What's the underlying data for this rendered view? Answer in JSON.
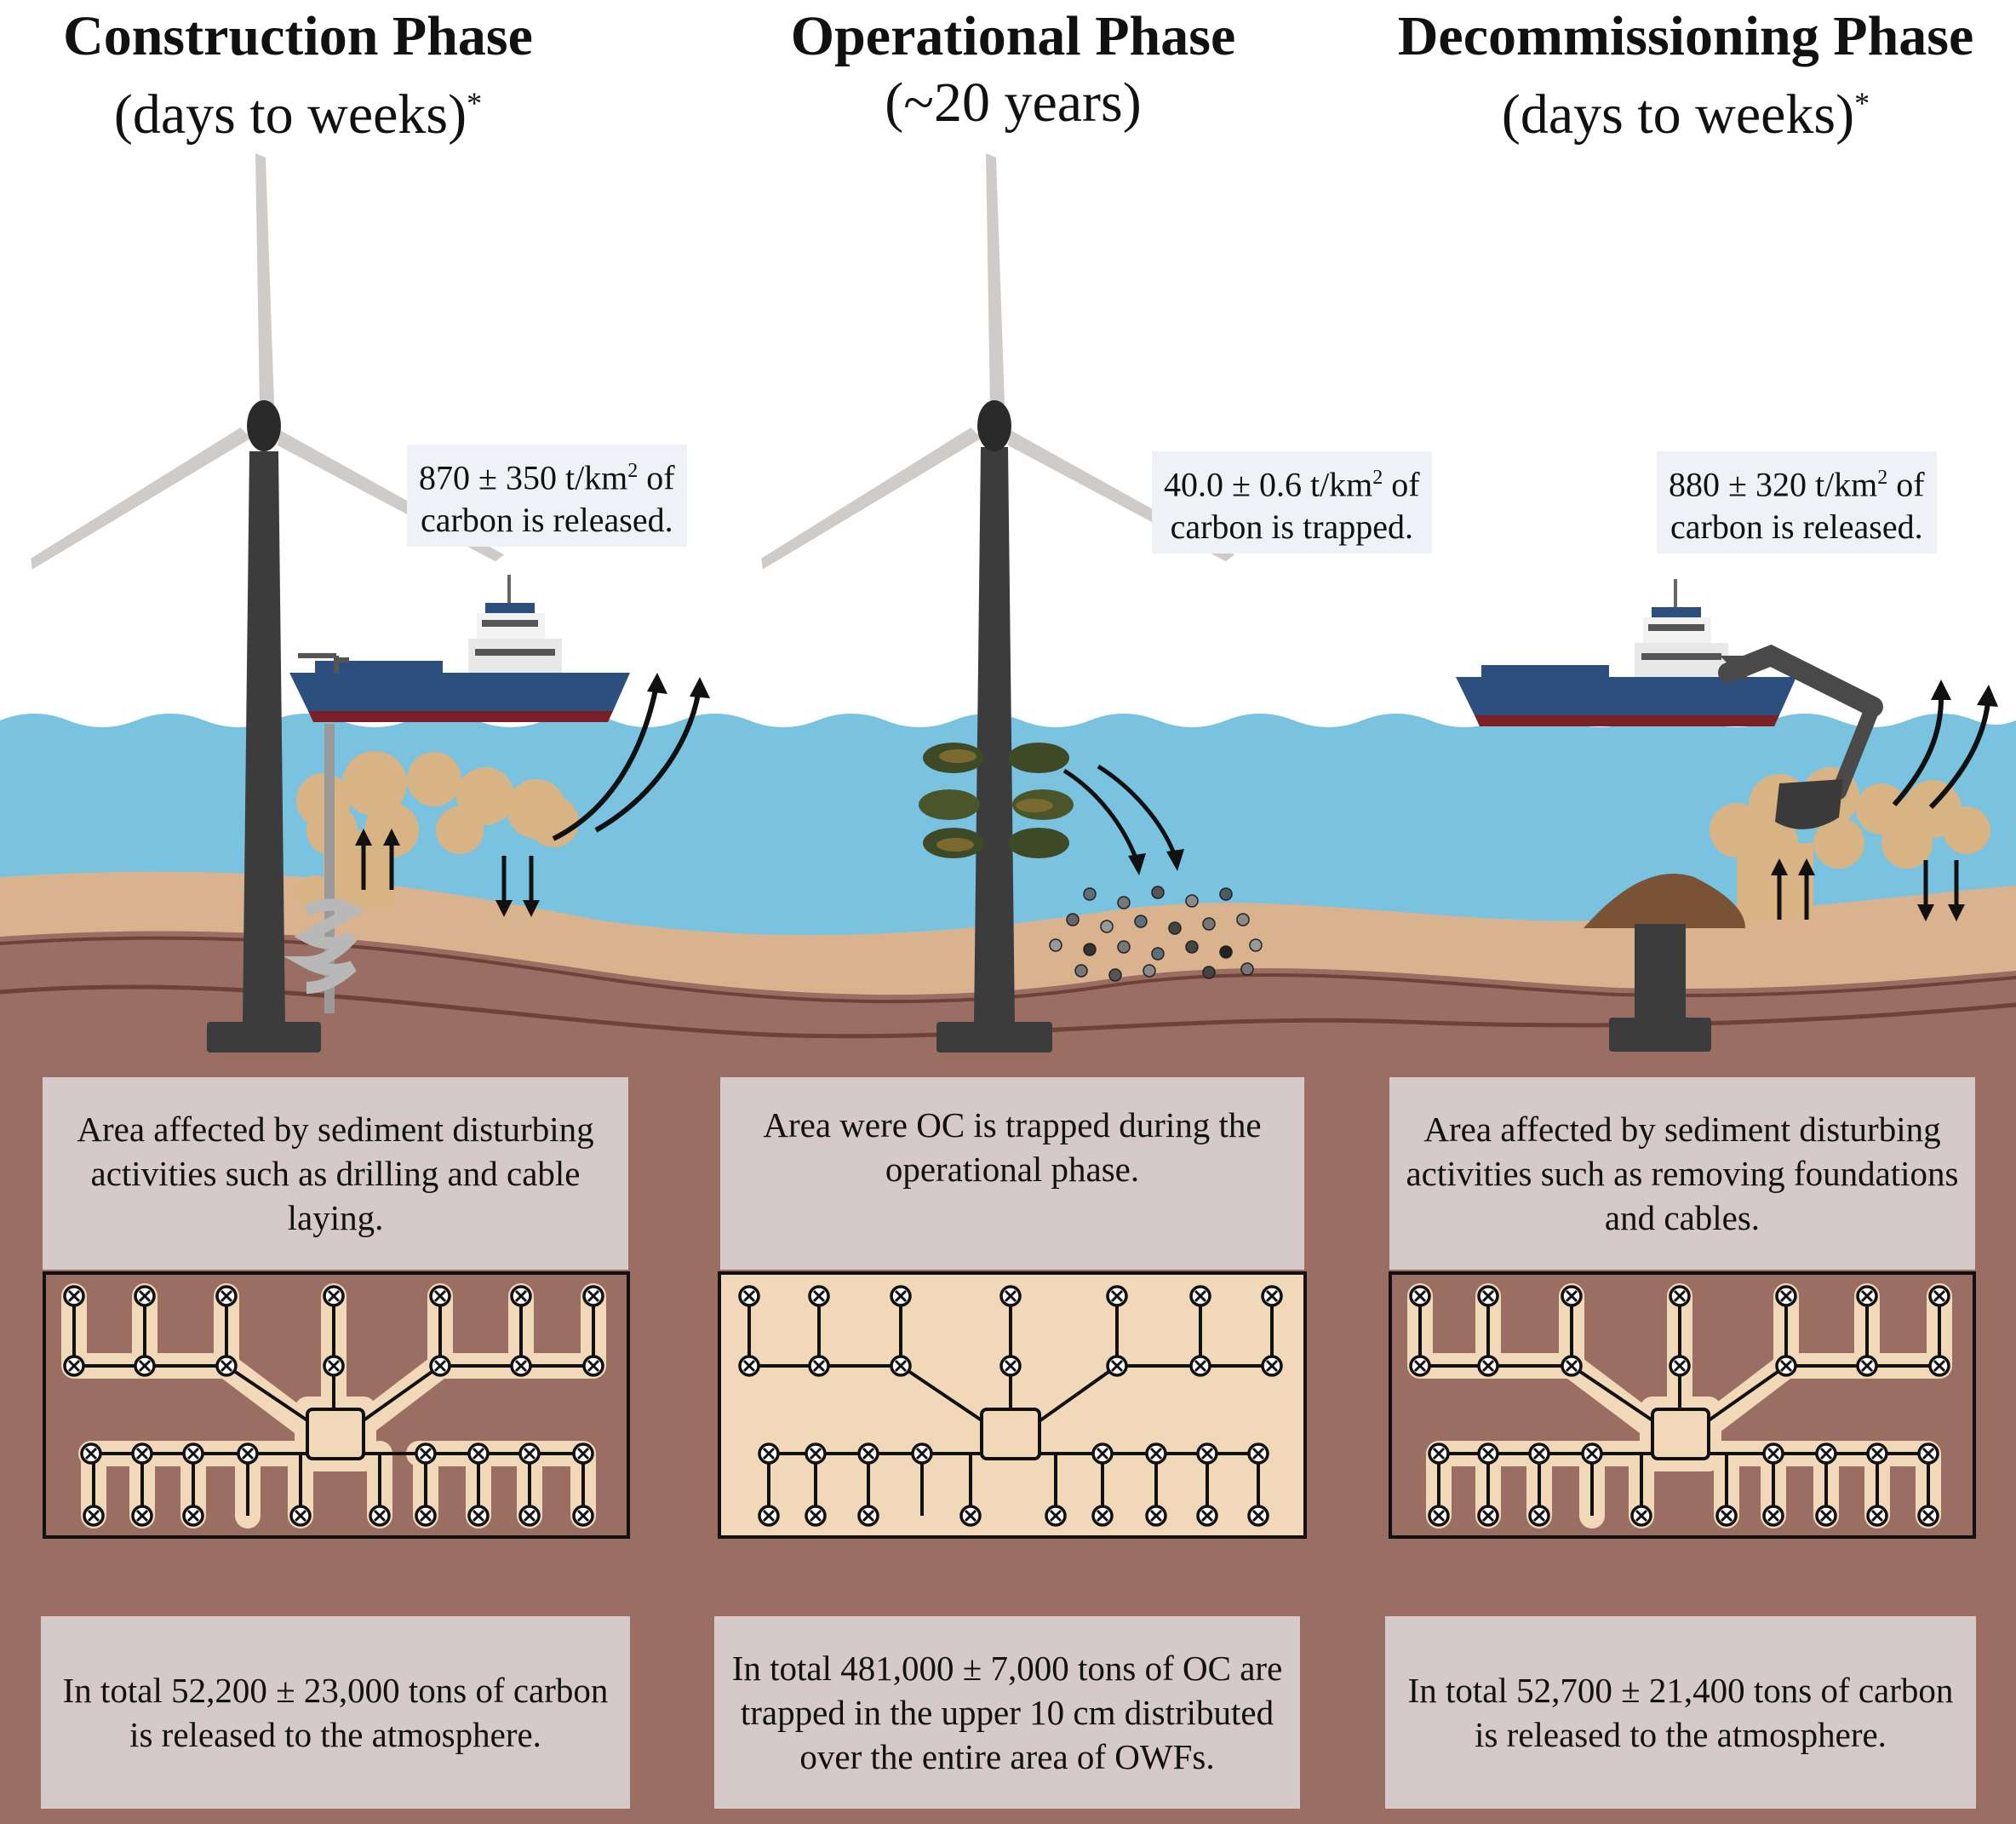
{
  "phases": [
    {
      "title": "Construction Phase",
      "duration": "(days to weeks)",
      "footnote_mark": "*",
      "release_value": "870 ± 350 t/km",
      "release_exp": "2",
      "release_tail": " of",
      "release_line2": "carbon is released.",
      "area_text": "Area affected by sediment disturbing activities such as drilling and cable laying.",
      "total_text": "In total 52,200 ± 23,000 tons of carbon is released to the atmosphere."
    },
    {
      "title": "Operational Phase",
      "duration": "(~20 years)",
      "release_value": "40.0 ± 0.6 t/km",
      "release_exp": "2",
      "release_tail": " of",
      "release_line2": "carbon is trapped.",
      "area_text": "Area were OC is trapped during the operational phase.",
      "total_text": "In total 481,000 ± 7,000 tons of OC are trapped in the upper 10 cm distributed over the entire area of OWFs."
    },
    {
      "title": "Decommissioning Phase",
      "duration": "(days to weeks)",
      "footnote_mark": "*",
      "release_value": "880 ± 320 t/km",
      "release_exp": "2",
      "release_tail": " of",
      "release_line2": "carbon is released.",
      "area_text": "Area affected by sediment disturbing activities such as removing foundations and cables.",
      "total_text": "In total 52,700 ± 21,400 tons of carbon is released to the atmosphere."
    }
  ],
  "colors": {
    "sea": "#7ac3e0",
    "sand": "#d9b28e",
    "seabed": "#9a6e63",
    "plume": "#d8b384",
    "tower": "#3c3c3c",
    "blade": "#cfcbc9",
    "hull_blue": "#2d4f7d",
    "hull_red": "#7b2026",
    "box": "#d5c9c9",
    "map_fill": "#f0d8b8"
  }
}
